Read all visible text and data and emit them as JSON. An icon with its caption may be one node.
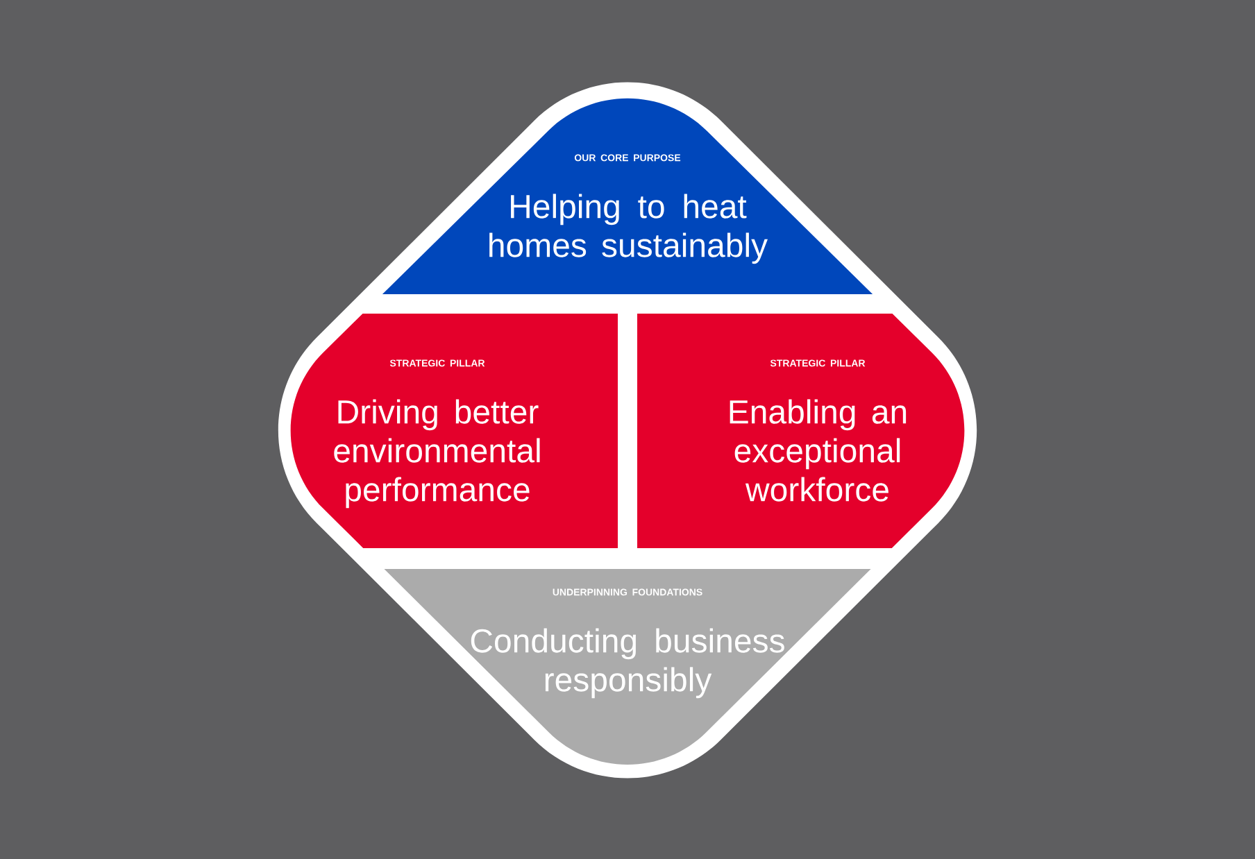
{
  "diagram": {
    "nodes": [
      {
        "text": [
          "OUR CORE PURPOSE",
          "Helping to heat homes sustainably"
        ]
      },
      {
        "text": [
          "STRATEGIC PILLAR",
          "Driving better environmental performance"
        ]
      },
      {
        "text": [
          "STRATEGIC PILLAR",
          "Enabling an exceptional workforce"
        ]
      },
      {
        "text": [
          "UNDERPINNING FOUNDATIONS",
          "Conducting business responsibly"
        ]
      }
    ]
  }
}
